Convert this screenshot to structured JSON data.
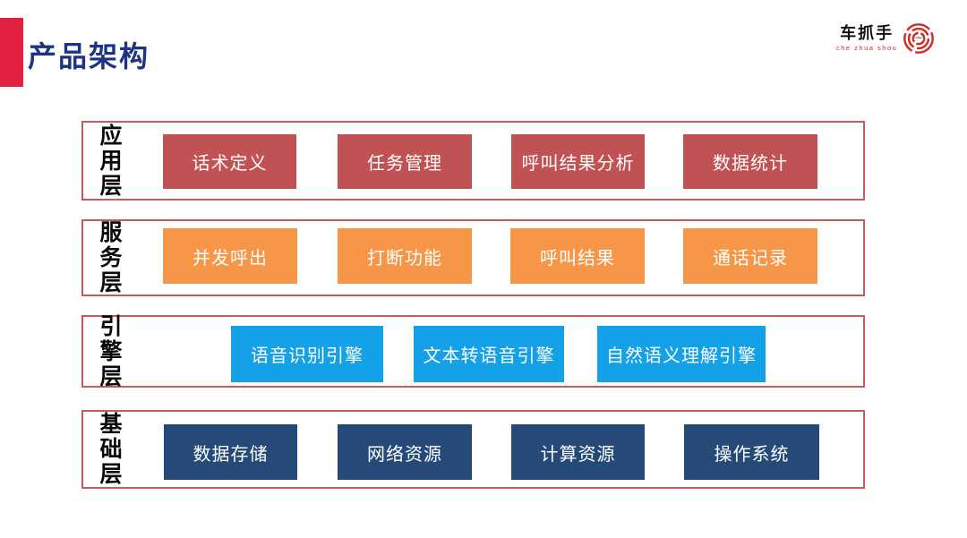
{
  "title": "产品架构",
  "logo": {
    "name": "车抓手",
    "subtitle": "che zhua shou",
    "brand_color": "#D22C26"
  },
  "colors": {
    "accent_bar": "#E22040",
    "title_text": "#1C3482",
    "layer_border": "#C65B59",
    "application_box": "#C05254",
    "service_box": "#F79646",
    "engine_box": "#14A1E7",
    "base_box": "#254A77"
  },
  "layers": [
    {
      "label": "应用层",
      "items": [
        "话术定义",
        "任务管理",
        "呼叫结果分析",
        "数据统计"
      ]
    },
    {
      "label": "服务层",
      "items": [
        "并发呼出",
        "打断功能",
        "呼叫结果",
        "通话记录"
      ]
    },
    {
      "label": "引擎层",
      "items": [
        "语音识别引擎",
        "文本转语音引擎",
        "自然语义理解引擎"
      ]
    },
    {
      "label": "基础层",
      "items": [
        "数据存储",
        "网络资源",
        "计算资源",
        "操作系统"
      ]
    }
  ]
}
